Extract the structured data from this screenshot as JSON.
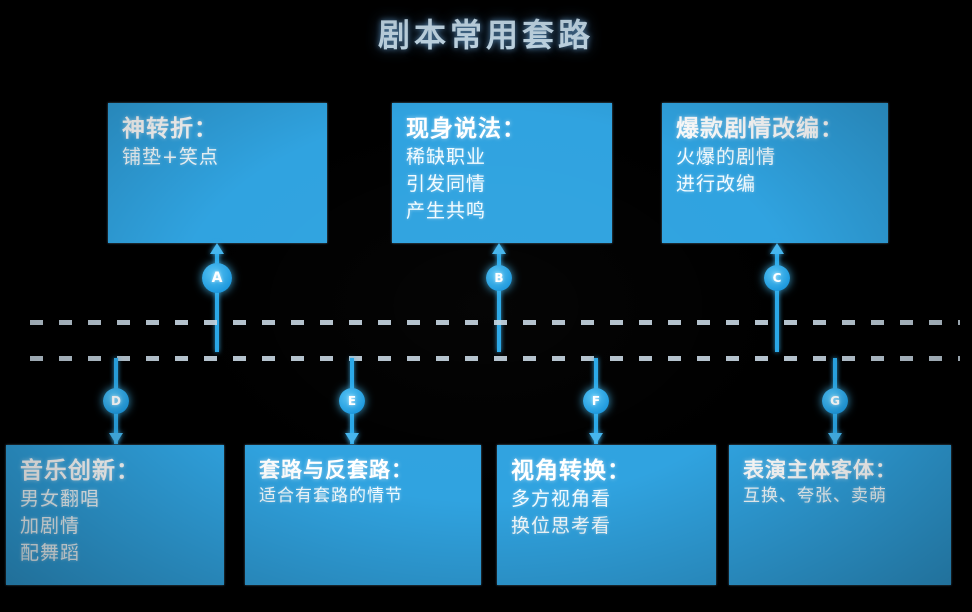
{
  "slide": {
    "title": "剧本常用套路",
    "background_color": "#000000",
    "box_color": "#30a3e0",
    "accent_color": "#2aa8e8",
    "title_color": "#cfe6f5"
  },
  "top_boxes": [
    {
      "id": "A",
      "headline": "神转折：",
      "lines": [
        "铺垫+笑点"
      ]
    },
    {
      "id": "B",
      "headline": "现身说法：",
      "lines": [
        "稀缺职业",
        "引发同情",
        "产生共鸣"
      ]
    },
    {
      "id": "C",
      "headline": "爆款剧情改编：",
      "lines": [
        "火爆的剧情",
        "进行改编"
      ]
    }
  ],
  "bottom_boxes": [
    {
      "id": "D",
      "headline": "音乐创新：",
      "lines": [
        "男女翻唱",
        "加剧情",
        "配舞蹈"
      ]
    },
    {
      "id": "E",
      "headline": "套路与反套路：",
      "lines": [
        "适合有套路的情节"
      ]
    },
    {
      "id": "F",
      "headline": "视角转换：",
      "lines": [
        "多方视角看",
        "换位思考看"
      ]
    },
    {
      "id": "G",
      "headline": "表演主体客体：",
      "lines": [
        "互换、夸张、卖萌"
      ]
    }
  ],
  "nodes": {
    "a": "A",
    "b": "B",
    "c": "C",
    "d": "D",
    "e": "E",
    "f": "F",
    "g": "G"
  }
}
